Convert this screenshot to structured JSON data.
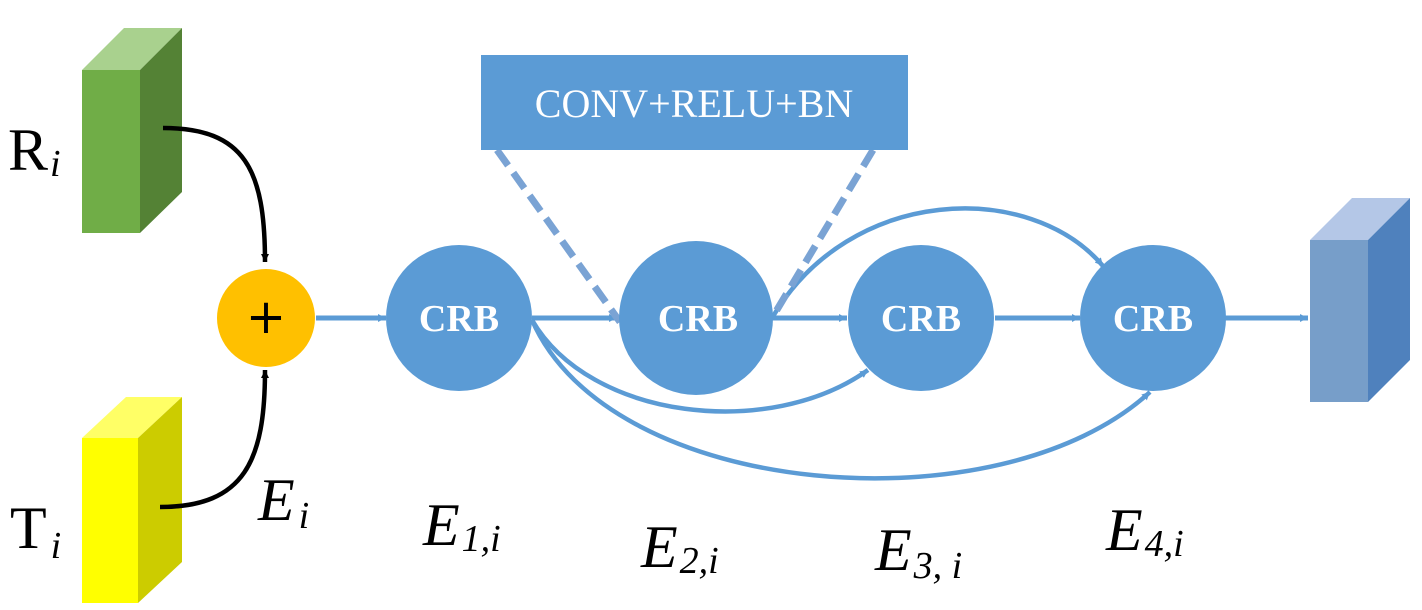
{
  "inputs": {
    "r": {
      "letter": "R",
      "sub": "i"
    },
    "t": {
      "letter": "T",
      "sub": "i"
    }
  },
  "sum": {
    "symbol": "+"
  },
  "conv_box": {
    "label": "CONV+RELU+BN"
  },
  "blocks": [
    {
      "label": "CRB"
    },
    {
      "label": "CRB"
    },
    {
      "label": "CRB"
    },
    {
      "label": "CRB"
    }
  ],
  "labels": {
    "e": {
      "main": "E",
      "sub": "i"
    },
    "e1": {
      "main": "E",
      "sub": "1,i"
    },
    "e2": {
      "main": "E",
      "sub": "2,i"
    },
    "e3": {
      "main": "E",
      "sub": "3, i"
    },
    "e4": {
      "main": "E",
      "sub": "4,i"
    }
  },
  "colors": {
    "green_front": "#70ad47",
    "green_side": "#548235",
    "green_top": "#a9d18e",
    "yellow_front": "#ffff00",
    "yellow_side": "#cccc00",
    "yellow_top": "#ffff66",
    "blue_node": "#5b9bd5",
    "orange_sum": "#ffc000",
    "out_front": "#779ec9",
    "out_side": "#4f81bd",
    "out_top": "#b4c7e7"
  }
}
